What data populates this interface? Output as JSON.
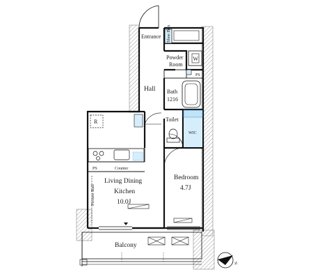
{
  "rooms": {
    "entrance": "Entrance",
    "shoe_box": "Shoe Box",
    "powder": "Powder",
    "powder_room": "Room",
    "hall": "Hall",
    "bath": "Bath",
    "bath_size": "1216",
    "toilet": "Toilet",
    "wic": "WIC",
    "refrigerator": "R",
    "ps_bath": "PS",
    "ps_kitchen": "PS",
    "counter": "Counter",
    "living_line1": "Living Dining",
    "living_line2": "Kitchen",
    "living_size": "10.0J",
    "picture_rail": "Picture Rail",
    "bedroom": "Bedroom",
    "bedroom_size": "4.7J",
    "balcony": "Balcony",
    "washer": "W",
    "north": "N"
  },
  "colors": {
    "wall": "#111111",
    "hatch": "#9a9a9a",
    "outer": "#c8c8c8",
    "wic_fill": "#d6eefb",
    "accent_blue": "#4aa3df"
  }
}
